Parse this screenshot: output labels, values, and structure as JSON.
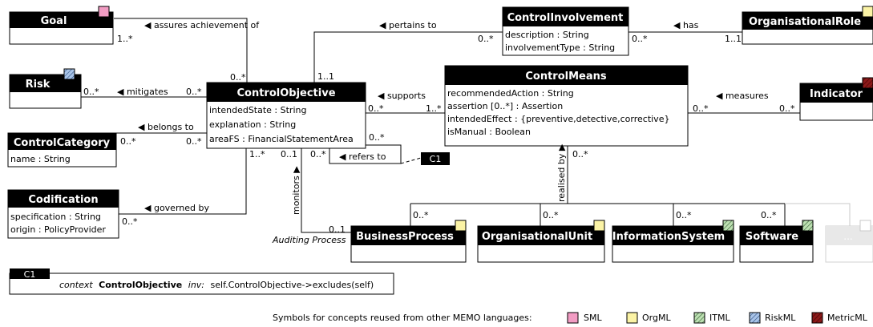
{
  "colors": {
    "SML": "#f29cc3",
    "OrgML": "#fbf3a5",
    "ITML": "#bde0b2",
    "RiskML": "#a9c4e8",
    "MetricML": "#8b1a1a"
  },
  "classes": {
    "goal": {
      "name": "Goal",
      "marker": "SML"
    },
    "risk": {
      "name": "Risk",
      "marker": "RiskML"
    },
    "control_category": {
      "name": "ControlCategory",
      "attrs": [
        "name : String"
      ]
    },
    "codification": {
      "name": "Codification",
      "attrs": [
        "specification : String",
        "origin : PolicyProvider"
      ]
    },
    "control_objective": {
      "name": "ControlObjective",
      "attrs": [
        "intendedState : String",
        "explanation : String",
        "areaFS : FinancialStatementArea"
      ]
    },
    "control_involvement": {
      "name": "ControlInvolvement",
      "attrs": [
        "description : String",
        "involvementType : String"
      ]
    },
    "organisational_role": {
      "name": "OrganisationalRole",
      "marker": "OrgML"
    },
    "control_means": {
      "name": "ControlMeans",
      "attrs": [
        "recommendedAction : String",
        "assertion [0..*] : Assertion",
        "intendedEffect : {preventive,detective,corrective}",
        "isManual : Boolean"
      ]
    },
    "indicator": {
      "name": "Indicator",
      "marker": "MetricML"
    },
    "business_process": {
      "name": "BusinessProcess",
      "marker": "OrgML"
    },
    "organisational_unit": {
      "name": "OrganisationalUnit",
      "marker": "OrgML"
    },
    "information_system": {
      "name": "InformationSystem",
      "marker": "ITML"
    },
    "software": {
      "name": "Software",
      "marker": "ITML"
    },
    "faded": {
      "name": "..."
    }
  },
  "associations": {
    "assures": "◀ assures achievement of",
    "mitigates": "◀ mitigates",
    "belongs_to": "◀ belongs to",
    "governed_by": "◀ governed by",
    "pertains_to": "◀ pertains to",
    "has": "◀ has",
    "supports": "◀ supports",
    "measures": "◀ measures",
    "refers_to": "◀ refers to",
    "monitors": "monitors ▶",
    "realised_by": "realised by ▶"
  },
  "multiplicities": {
    "goal_assures": "1..*",
    "co_assures": "0..*",
    "risk_mitigates": "0..*",
    "co_mitigates": "0..*",
    "cc_belongs": "0..*",
    "co_belongs": "0..*",
    "cod_governed": "0..*",
    "co_governed": "1..*",
    "co_pertains": "1..1",
    "ci_pertains": "0..*",
    "ci_has": "0..*",
    "or_has": "1..1",
    "co_supports": "0..*",
    "cm_supports": "1..*",
    "cm_measures": "0..*",
    "ind_measures": "0..*",
    "co_refers": "0..*",
    "co_refers2": "0..*",
    "co_monitors": "0..1",
    "bp_monitors": "0..1",
    "cm_realised": "0..*",
    "t1": "0..*",
    "t2": "0..*",
    "t3": "0..*",
    "t4": "0..*"
  },
  "role_label": "Auditing Process",
  "constraint": {
    "tag": "C1",
    "keyword": "context",
    "class_name": "ControlObjective",
    "inv": "inv:",
    "expr": "self.ControlObjective->excludes(self)"
  },
  "legend": {
    "caption": "Symbols for concepts reused from other MEMO languages:",
    "items": [
      {
        "label": "SML",
        "key": "SML"
      },
      {
        "label": "OrgML",
        "key": "OrgML"
      },
      {
        "label": "ITML",
        "key": "ITML"
      },
      {
        "label": "RiskML",
        "key": "RiskML"
      },
      {
        "label": "MetricML",
        "key": "MetricML"
      }
    ]
  }
}
